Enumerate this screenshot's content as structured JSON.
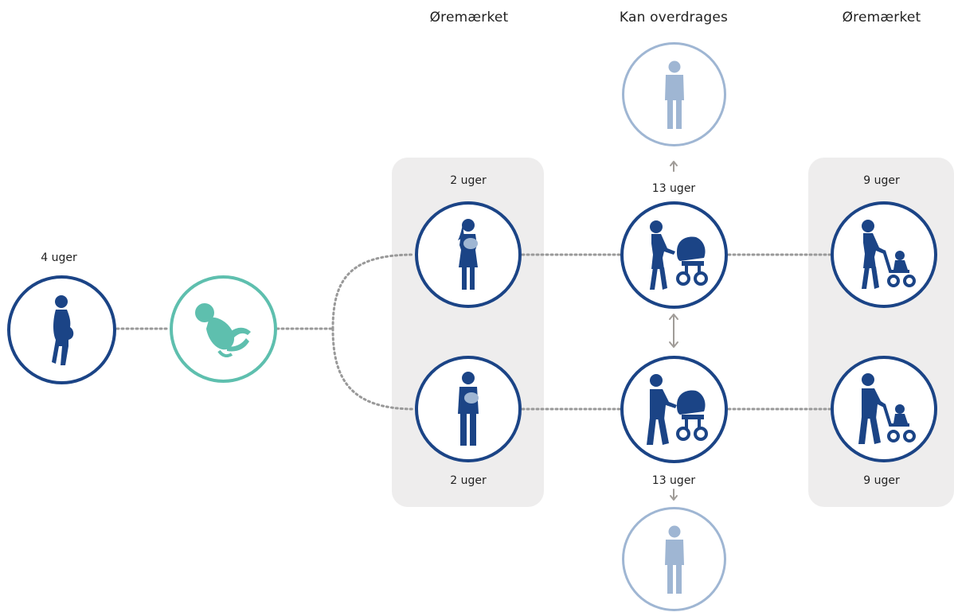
{
  "headers": {
    "left_group": "Øremærket",
    "middle_group": "Kan overdrages",
    "right_group": "Øremærket"
  },
  "labels": {
    "mother_pre_birth": "4 uger",
    "mother_after_birth": "2 uger",
    "father_after_birth": "2 uger",
    "mother_transferable": "13 uger",
    "father_transferable": "13 uger",
    "mother_earmarked_late": "9 uger",
    "father_earmarked_late": "9 uger"
  },
  "colors": {
    "dark_blue": "#1b4486",
    "teal": "#5ebfae",
    "light_blue": "#9fb6d3",
    "panel_gray": "#eeeded",
    "dotted_line": "#999999",
    "arrow_gray": "#a09c98"
  },
  "icons": {
    "pregnant_mother": "pregnant-woman-icon",
    "baby": "baby-icon",
    "mother_holding_baby": "woman-holding-baby-icon",
    "father_holding_baby": "man-holding-baby-icon",
    "mother_pram": "woman-with-pram-icon",
    "father_pram": "man-with-pram-icon",
    "mother_stroller": "woman-with-stroller-icon",
    "father_stroller": "man-with-stroller-icon",
    "other_person": "person-icon"
  }
}
